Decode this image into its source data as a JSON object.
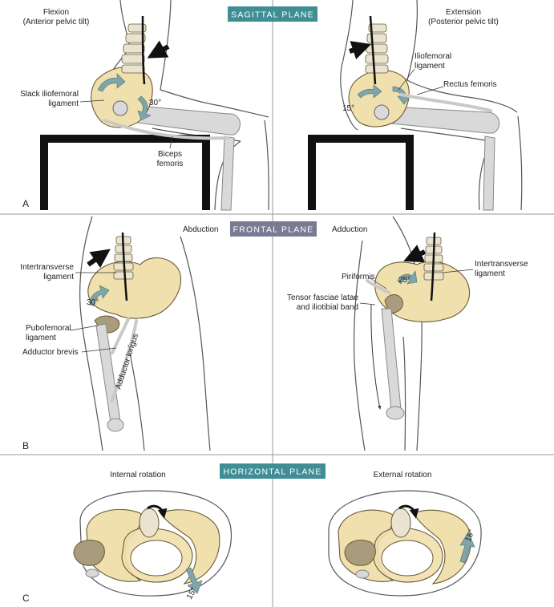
{
  "planes": {
    "sagittal": "SAGITTAL PLANE",
    "frontal": "FRONTAL PLANE",
    "horizontal": "HORIZONTAL PLANE"
  },
  "colors": {
    "sagittal_badge": "#3f8e95",
    "frontal_badge": "#7b7a93",
    "horizontal_badge": "#3f8e95",
    "bone": "#efe0ae",
    "arrow": "#7fa5a8"
  },
  "panel_a": {
    "letter": "A",
    "flexion_title": "Flexion",
    "flexion_sub": "(Anterior pelvic tilt)",
    "extension_title": "Extension",
    "extension_sub": "(Posterior pelvic tilt)",
    "slack_1": "Slack iliofemoral",
    "slack_2": "ligament",
    "angle_flex": "30°",
    "biceps_1": "Biceps",
    "biceps_2": "femoris",
    "iliofem_1": "Iliofemoral",
    "iliofem_2": "ligament",
    "rectus": "Rectus femoris",
    "angle_ext": "15°"
  },
  "panel_b": {
    "letter": "B",
    "abduction": "Abduction",
    "adduction": "Adduction",
    "intertrans_l1": "Intertransverse",
    "intertrans_l2": "ligament",
    "angle_abd": "30°",
    "pubofem_1": "Pubofemoral",
    "pubofem_2": "ligament",
    "adductor_brevis": "Adductor brevis",
    "adductor_longus": "Adductor longus",
    "piriformis": "Piriformis",
    "tensor_1": "Tensor fasciae latae",
    "tensor_2": "and iliotibial band",
    "angle_add": "25°",
    "intertrans_r1": "Intertransverse",
    "intertrans_r2": "ligament"
  },
  "panel_c": {
    "letter": "C",
    "internal": "Internal rotation",
    "external": "External rotation",
    "angle_int": "15°",
    "angle_ext": "15°"
  }
}
